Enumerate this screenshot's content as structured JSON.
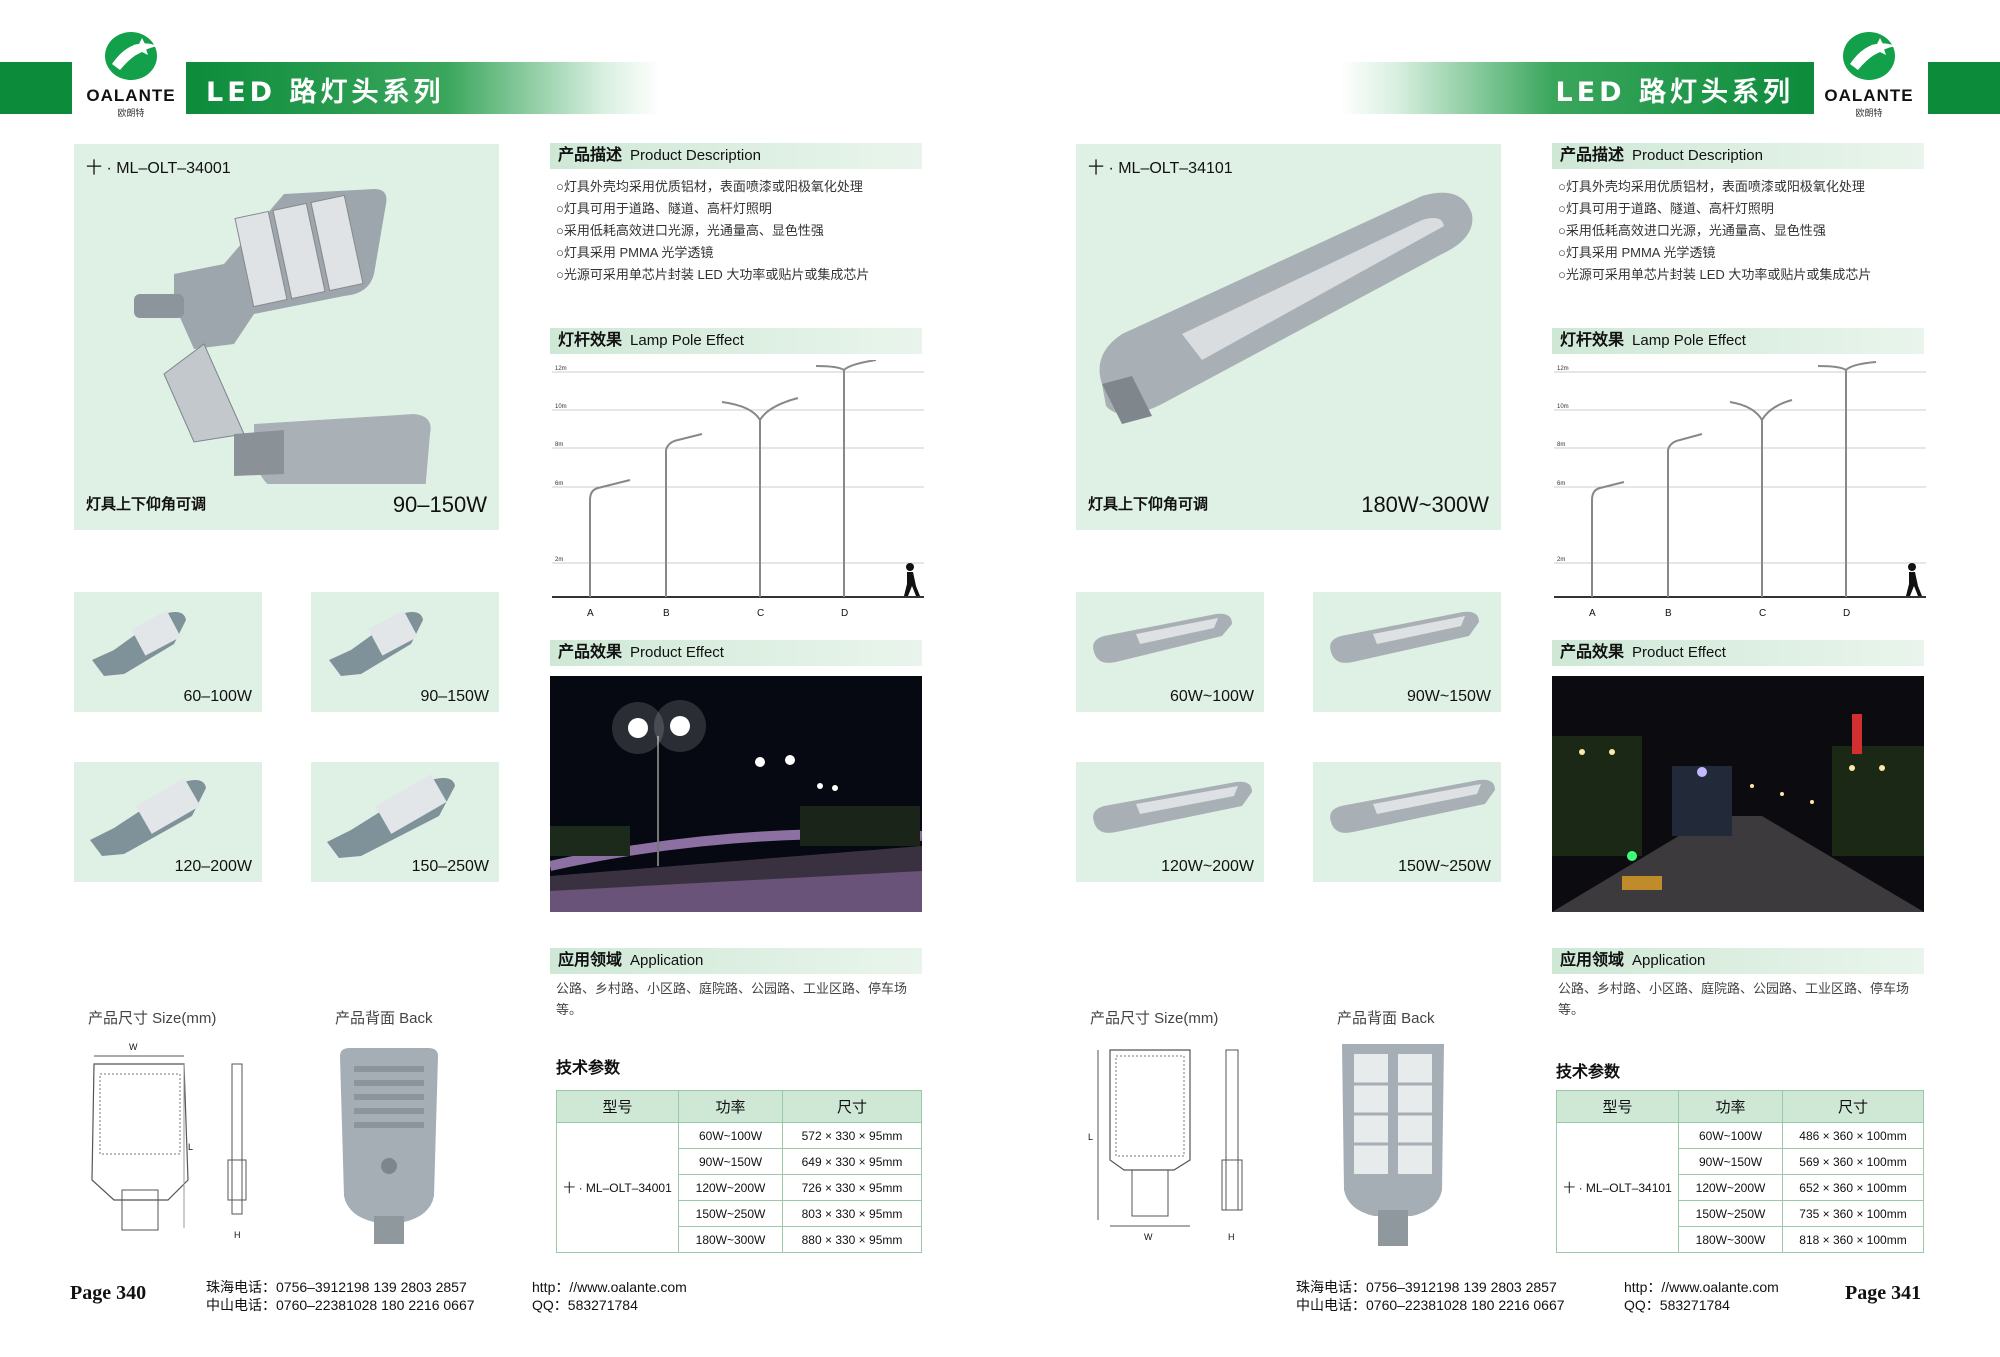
{
  "header": {
    "title": "LED 路灯头系列",
    "logo_text": "OALANTE",
    "logo_sub": "欧朗特"
  },
  "left": {
    "model": "十 · ML–OLT–34001",
    "adjust": "灯具上下仰角可调",
    "power": "90–150W",
    "variants": [
      "60–100W",
      "90–150W",
      "120–200W",
      "150–250W"
    ],
    "page": "Page 340",
    "specs": [
      {
        "power": "60W~100W",
        "size": "572 × 330 × 95mm"
      },
      {
        "power": "90W~150W",
        "size": "649 × 330 × 95mm"
      },
      {
        "power": "120W~200W",
        "size": "726 × 330 × 95mm"
      },
      {
        "power": "150W~250W",
        "size": "803 × 330 × 95mm"
      },
      {
        "power": "180W~300W",
        "size": "880 × 330 × 95mm"
      }
    ],
    "spec_model": "十 · ML–OLT–34001"
  },
  "right": {
    "model": "十 · ML–OLT–34101",
    "adjust": "灯具上下仰角可调",
    "power": "180W~300W",
    "variants": [
      "60W~100W",
      "90W~150W",
      "120W~200W",
      "150W~250W"
    ],
    "page": "Page 341",
    "specs": [
      {
        "power": "60W~100W",
        "size": "486 × 360 × 100mm"
      },
      {
        "power": "90W~150W",
        "size": "569 × 360 × 100mm"
      },
      {
        "power": "120W~200W",
        "size": "652 × 360 × 100mm"
      },
      {
        "power": "150W~250W",
        "size": "735 × 360 × 100mm"
      },
      {
        "power": "180W~300W",
        "size": "818 × 360 × 100mm"
      }
    ],
    "spec_model": "十 · ML–OLT–34101"
  },
  "sections": {
    "desc_cn": "产品描述",
    "desc_en": "Product Description",
    "pole_cn": "灯杆效果",
    "pole_en": "Lamp Pole Effect",
    "effect_cn": "产品效果",
    "effect_en": "Product Effect",
    "app_cn": "应用领域",
    "app_en": "Application",
    "size": "产品尺寸  Size(mm)",
    "back": "产品背面  Back",
    "tech": "技术参数"
  },
  "description": [
    "○灯具外壳均采用优质铝材，表面喷漆或阳极氧化处理",
    "○灯具可用于道路、隧道、高杆灯照明",
    "○采用低耗高效进口光源，光通量高、显色性强",
    "○灯具采用 PMMA 光学透镜",
    "○光源可采用单芯片封装 LED 大功率或贴片或集成芯片"
  ],
  "application": "公路、乡村路、小区路、庭院路、公园路、工业区路、停车场等。",
  "pole_chart": {
    "heights": [
      "12m",
      "10m",
      "8m",
      "6m",
      "2m"
    ],
    "labels": [
      "A",
      "B",
      "C",
      "D"
    ]
  },
  "table_headers": [
    "型号",
    "功率",
    "尺寸"
  ],
  "dim_labels": {
    "w": "W",
    "l": "L",
    "h": "H"
  },
  "footer": {
    "zh1": "珠海电话：0756–3912198     139 2803 2857",
    "zh2": "中山电话：0760–22381028   180 2216 0667",
    "web": "http：//www.oalante.com",
    "qq": "QQ：583271784"
  },
  "colors": {
    "green": "#0c8b3b",
    "panel": "#dff1e5"
  }
}
